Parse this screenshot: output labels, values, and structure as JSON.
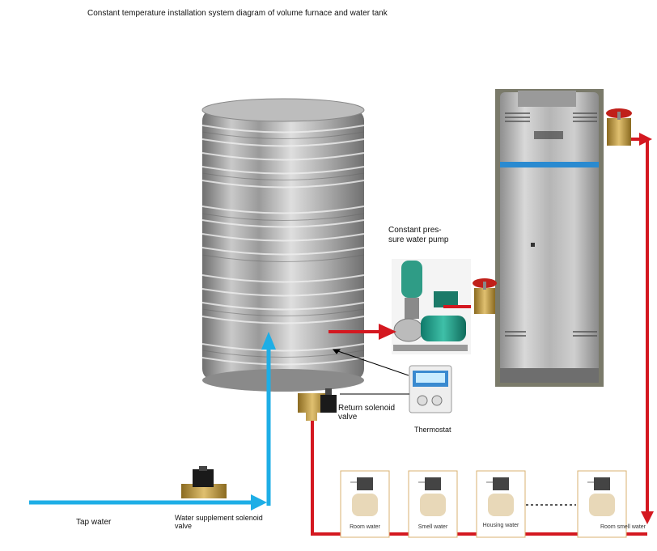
{
  "title": "Constant temperature installation system diagram of volume furnace and water tank",
  "pump": {
    "line1": "Constant pres-",
    "line2": "sure water pump"
  },
  "return_valve": {
    "line1": "Return solenoid",
    "line2": "valve"
  },
  "thermostat": "Thermostat",
  "tap_water": "Tap water",
  "supplement_valve": {
    "line1": "Water supplement solenoid",
    "line2": "valve"
  },
  "rooms": [
    {
      "label": "Room water"
    },
    {
      "label": "Smell water"
    },
    {
      "label": "Housing water"
    },
    {
      "label": "Room smell water"
    }
  ],
  "colors": {
    "hot_pipe": "#d41820",
    "cold_pipe": "#1eaee6",
    "tank_steel": "#b9b9b9",
    "brass": "#c8a040",
    "valve_red": "#c0201a"
  },
  "icons": [
    "water-tank",
    "volume-furnace",
    "pump",
    "gate-valve",
    "solenoid-valve",
    "thermostat",
    "shower",
    "room-fixture"
  ]
}
